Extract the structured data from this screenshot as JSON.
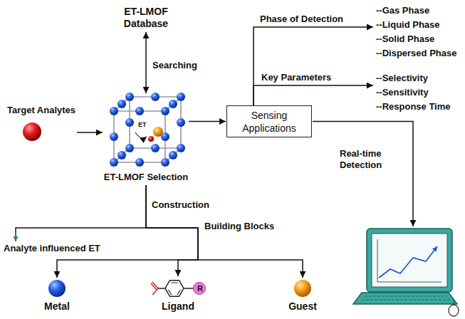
{
  "diagram": {
    "nodes": [
      {
        "text": [
          "ET-LMOF Database"
        ]
      },
      {
        "text": [
          "Target Analytes"
        ]
      },
      {
        "text": [
          "ET-LMOF Selection"
        ]
      },
      {
        "text": [
          "Sensing Applications"
        ]
      },
      {
        "text": [
          "--Gas Phase",
          "--Liquid Phase",
          "--Solid Phase",
          "--Dispersed Phase"
        ]
      },
      {
        "text": [
          "--Selectivity",
          "--Sensitivity",
          "--Response Time"
        ]
      },
      {
        "text": [
          "Metal"
        ]
      },
      {
        "text": [
          "Ligand"
        ]
      },
      {
        "text": [
          "Guest"
        ]
      }
    ],
    "edges": [
      {
        "from": 0,
        "to": 2,
        "arrow": "both",
        "label": "Searching"
      },
      {
        "from": 1,
        "to": 2,
        "arrow": "to"
      },
      {
        "from": 2,
        "to": 3,
        "arrow": "to"
      },
      {
        "from": 3,
        "to": 4,
        "arrow": "to",
        "label": "Phase of Detection"
      },
      {
        "from": 3,
        "to": 5,
        "arrow": "to",
        "label": "Key Parameters"
      },
      {
        "from": 2,
        "to": 6,
        "arrow": "to"
      },
      {
        "from": 2,
        "to": 7,
        "arrow": "to"
      },
      {
        "from": 2,
        "to": 8,
        "arrow": "to"
      }
    ],
    "labels": [
      "ET",
      "Construction",
      "Building Blocks",
      "Analyte influenced ET",
      "R",
      "Real-time Detection"
    ]
  }
}
